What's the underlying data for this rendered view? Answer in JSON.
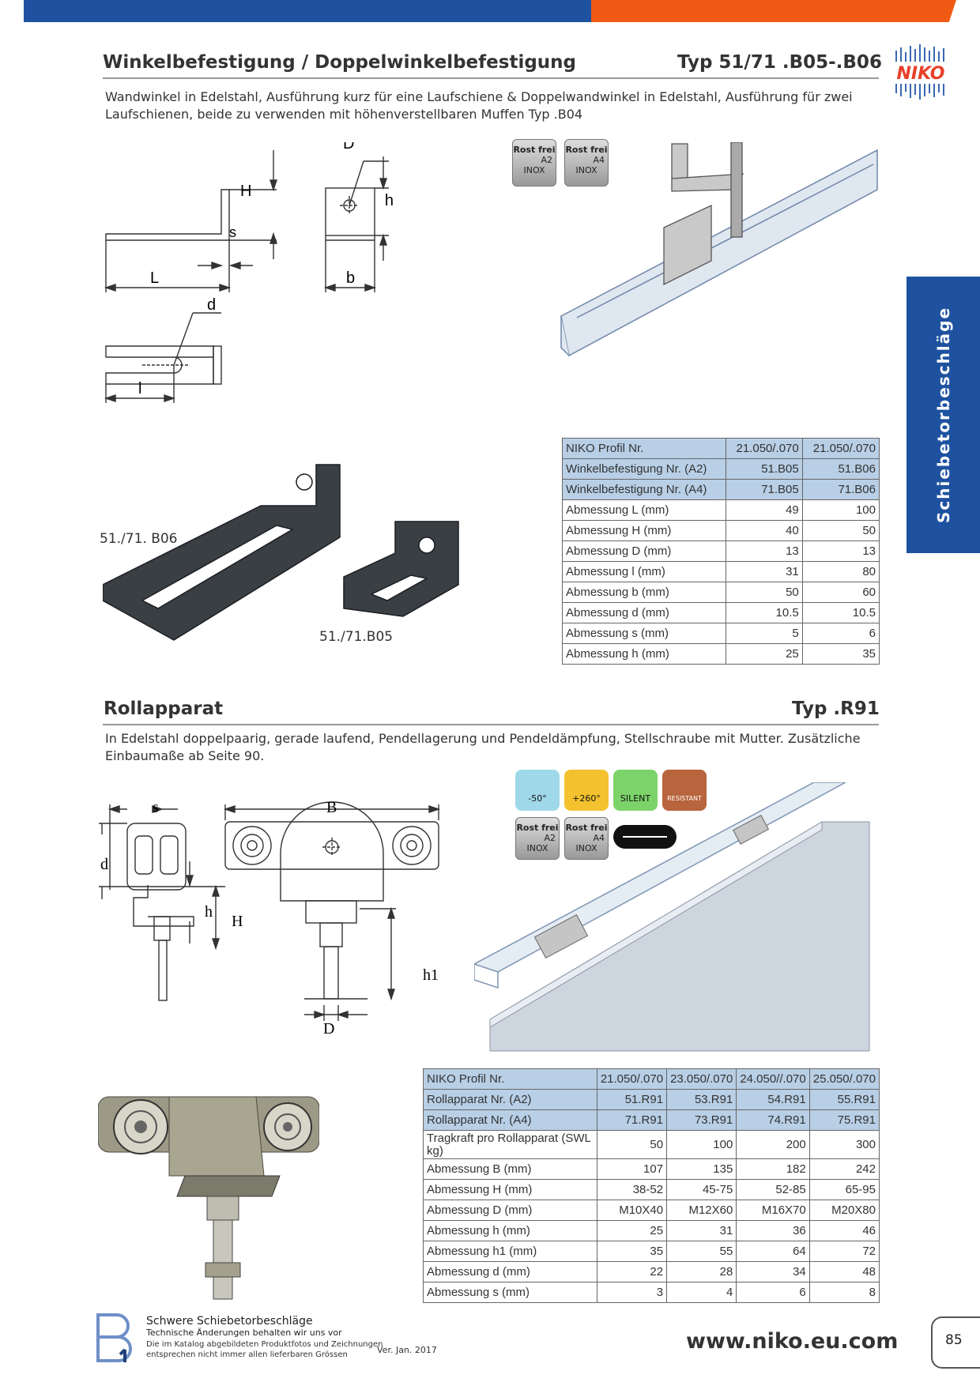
{
  "section1": {
    "title": "Winkelbefestigung / Doppelwinkelbefestigung",
    "type": "Typ 51/71 .B05-.B06",
    "description": "Wandwinkel in Edelstahl, Ausführung kurz für eine Laufschiene & Doppelwandwinkel in Edelstahl, Ausführung für zwei Laufschienen, beide zu verwenden mit höhenverstellbaren Muffen Typ .B04",
    "dims": {
      "L": "L",
      "H": "H",
      "s": "s",
      "D": "D",
      "h": "h",
      "b": "b",
      "d": "d",
      "l": "l"
    },
    "label_b06": "51./71. B06",
    "label_b05": "51./71.B05",
    "badges": [
      {
        "top": "Rost frei",
        "grade": "A2",
        "bottom": "INOX"
      },
      {
        "top": "Rost frei",
        "grade": "A4",
        "bottom": "INOX"
      }
    ],
    "table": {
      "rows": [
        {
          "label": "NIKO Profil Nr.",
          "values": [
            "21.050/.070",
            "21.050/.070"
          ],
          "highlight": true
        },
        {
          "label": "Winkelbefestigung Nr. (A2)",
          "values": [
            "51.B05",
            "51.B06"
          ],
          "highlight": true
        },
        {
          "label": "Winkelbefestigung Nr. (A4)",
          "values": [
            "71.B05",
            "71.B06"
          ],
          "highlight": true
        },
        {
          "label": "Abmessung L (mm)",
          "values": [
            "49",
            "100"
          ],
          "highlight": false
        },
        {
          "label": "Abmessung H (mm)",
          "values": [
            "40",
            "50"
          ],
          "highlight": false
        },
        {
          "label": "Abmessung D (mm)",
          "values": [
            "13",
            "13"
          ],
          "highlight": false
        },
        {
          "label": "Abmessung l (mm)",
          "values": [
            "31",
            "80"
          ],
          "highlight": false
        },
        {
          "label": "Abmessung b (mm)",
          "values": [
            "50",
            "60"
          ],
          "highlight": false
        },
        {
          "label": "Abmessung d (mm)",
          "values": [
            "10.5",
            "10.5"
          ],
          "highlight": false
        },
        {
          "label": "Abmessung s (mm)",
          "values": [
            "5",
            "6"
          ],
          "highlight": false
        },
        {
          "label": "Abmessung h (mm)",
          "values": [
            "25",
            "35"
          ],
          "highlight": false
        }
      ]
    }
  },
  "section2": {
    "title": "Rollapparat",
    "type": "Typ .R91",
    "description": "In Edelstahl doppelpaarig, gerade laufend, Pendellagerung und Pendeldämpfung, Stellschraube mit Mutter. Zusätzliche Einbaumaße ab Seite 90.",
    "dims": {
      "s": "s",
      "B": "B",
      "d": "d",
      "h": "h",
      "H": "H",
      "h1": "h1",
      "D": "D"
    },
    "icons": [
      {
        "name": "cold",
        "text": "-50°",
        "color": "#9fd8e8"
      },
      {
        "name": "heat",
        "text": "+260°",
        "color": "#f3c22e"
      },
      {
        "name": "silent",
        "text": "SILENT",
        "color": "#7cd36a"
      },
      {
        "name": "nh3",
        "text": "RESISTANT",
        "color": "#b8643c"
      }
    ],
    "badges": [
      {
        "top": "Rost frei",
        "grade": "A2",
        "bottom": "INOX"
      },
      {
        "top": "Rost frei",
        "grade": "A4",
        "bottom": "INOX"
      }
    ],
    "table": {
      "rows": [
        {
          "label": "NIKO Profil Nr.",
          "values": [
            "21.050/.070",
            "23.050/.070",
            "24.050//.070",
            "25.050/.070"
          ],
          "highlight": true
        },
        {
          "label": "Rollapparat Nr. (A2)",
          "values": [
            "51.R91",
            "53.R91",
            "54.R91",
            "55.R91"
          ],
          "highlight": true
        },
        {
          "label": "Rollapparat Nr. (A4)",
          "values": [
            "71.R91",
            "73.R91",
            "74.R91",
            "75.R91"
          ],
          "highlight": true
        },
        {
          "label": "Tragkraft pro Rollapparat (SWL kg)",
          "values": [
            "50",
            "100",
            "200",
            "300"
          ],
          "highlight": false
        },
        {
          "label": "Abmessung B (mm)",
          "values": [
            "107",
            "135",
            "182",
            "242"
          ],
          "highlight": false
        },
        {
          "label": "Abmessung H (mm)",
          "values": [
            "38-52",
            "45-75",
            "52-85",
            "65-95"
          ],
          "highlight": false
        },
        {
          "label": "Abmessung D (mm)",
          "values": [
            "M10X40",
            "M12X60",
            "M16X70",
            "M20X80"
          ],
          "highlight": false
        },
        {
          "label": "Abmessung h (mm)",
          "values": [
            "25",
            "31",
            "36",
            "46"
          ],
          "highlight": false
        },
        {
          "label": "Abmessung h1 (mm)",
          "values": [
            "35",
            "55",
            "64",
            "72"
          ],
          "highlight": false
        },
        {
          "label": "Abmessung d (mm)",
          "values": [
            "22",
            "28",
            "34",
            "48"
          ],
          "highlight": false
        },
        {
          "label": "Abmessung s (mm)",
          "values": [
            "3",
            "4",
            "6",
            "8"
          ],
          "highlight": false
        }
      ]
    }
  },
  "side_tab": "Schiebetorbeschläge",
  "logo": {
    "text": "NIKO"
  },
  "footer": {
    "line1": "Schwere Schiebetorbeschläge",
    "line2": "Technische Änderungen behalten wir uns vor",
    "line3": "Die im Katalog abgebildeten Produktfotos und Zeichnungen",
    "line4": "entsprechen nicht immer allen lieferbaren Grössen",
    "version": "Ver. Jan. 2017",
    "website": "www.niko.eu.com",
    "page": "85"
  },
  "colors": {
    "brand_blue": "#1e52a0",
    "brand_orange": "#f05a14",
    "table_highlight": "#b8cfe6"
  }
}
